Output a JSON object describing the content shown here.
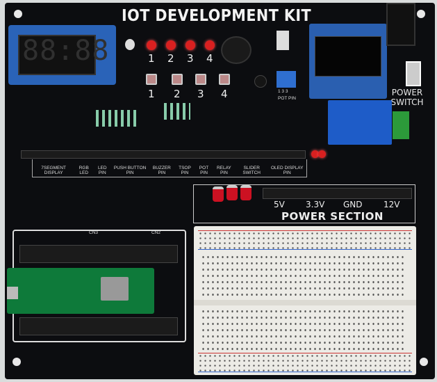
{
  "title": "IOT DEVELOPMENT KIT",
  "seven_segment": {
    "digits": "88:88"
  },
  "leds": {
    "labels": [
      "1",
      "2",
      "3",
      "4"
    ],
    "color": "#d92020"
  },
  "push_buttons": {
    "labels": [
      "1",
      "2",
      "3",
      "4"
    ]
  },
  "pot": {
    "pins": "1 3 3",
    "label": "POT PIN"
  },
  "power_switch": {
    "label": "POWER SWITCH"
  },
  "pin_labels": [
    "7SEGMENT DISPLAY",
    "RGB LED",
    "LED PIN",
    "PUSH BUTTON PIN",
    "BUZZER PIN",
    "TSOP PIN",
    "POT PIN",
    "RELAY PIN",
    "SLIDER SWITCH",
    "OLED DISPLAY PIN"
  ],
  "power_section": {
    "title": "POWER SECTION",
    "rails": [
      "5V",
      "3.3V",
      "GND",
      "12V"
    ]
  },
  "connectors": {
    "cn3": "CN3",
    "cn2": "CN2"
  },
  "colors": {
    "board": "#0c0d10",
    "module_blue": "#2a63b8",
    "pico_green": "#0e7a3a"
  }
}
